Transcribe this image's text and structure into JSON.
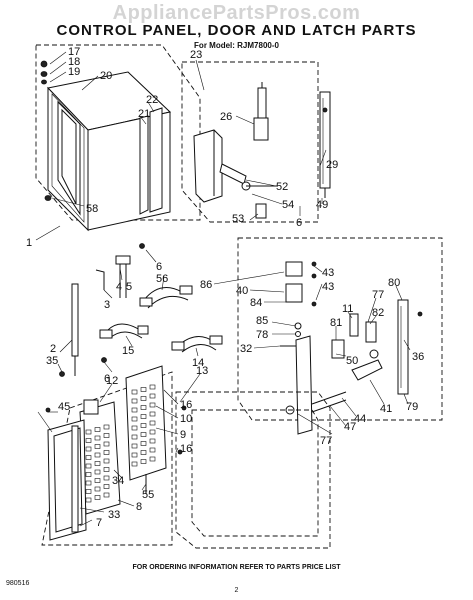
{
  "header": {
    "watermark": "AppliancePartsPros.com",
    "title": "CONTROL PANEL, DOOR AND LATCH PARTS",
    "model": "For Model: RJM7800-0"
  },
  "footer": {
    "note": "FOR ORDERING INFORMATION REFER TO PARTS PRICE LIST",
    "code": "980516",
    "page": "2"
  },
  "parts": {
    "p17": "17",
    "p18": "18",
    "p19": "19",
    "p20": "20",
    "p21": "21",
    "p22": "22",
    "p58": "58",
    "p1": "1",
    "p23": "23",
    "p26": "26",
    "p29": "29",
    "p49": "49",
    "p52": "52",
    "p54": "54",
    "p53": "53",
    "p6a": "6",
    "p6b": "6",
    "p6c": "6",
    "p4": "4",
    "p5": "5",
    "p3": "3",
    "p56": "56",
    "p2": "2",
    "p35": "35",
    "p15": "15",
    "p14": "14",
    "p13": "13",
    "p12": "12",
    "p16a": "16",
    "p16b": "16",
    "p10": "10",
    "p9": "9",
    "p45": "45",
    "p34": "34",
    "p55": "55",
    "p8": "8",
    "p33": "33",
    "p7": "7",
    "p86": "86",
    "p40": "40",
    "p43a": "43",
    "p43b": "43",
    "p84": "84",
    "p85": "85",
    "p78": "78",
    "p32": "32",
    "p80": "80",
    "p77a": "77",
    "p77b": "77",
    "p11": "11",
    "p82": "82",
    "p81": "81",
    "p50": "50",
    "p36": "36",
    "p79": "79",
    "p41": "41",
    "p44": "44",
    "p47": "47"
  }
}
